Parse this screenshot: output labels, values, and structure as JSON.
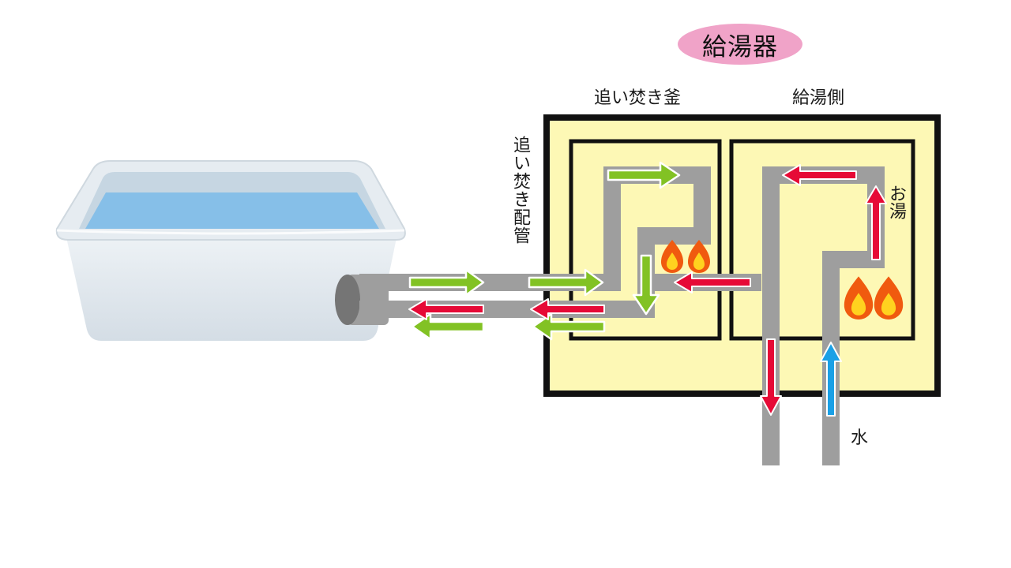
{
  "title": "給湯器",
  "labels": {
    "reheat_boiler": "追い焚き釜",
    "hot_water_side": "給湯側",
    "reheat_pipe": "追い焚き配管",
    "hot_water": "お湯",
    "water": "水"
  },
  "colors": {
    "unit_fill": "#fdf8b5",
    "outline": "#111111",
    "pipe": "#9e9e9e",
    "green_arrow": "#82c224",
    "red_arrow": "#e60a36",
    "blue_arrow": "#1aa0e6",
    "title_pill": "#f0a3c8",
    "bathwater": "#86bfe8",
    "tub": "#e3eaf0"
  },
  "icons": [
    "flame-icon",
    "bathtub-icon",
    "arrow-icon"
  ]
}
